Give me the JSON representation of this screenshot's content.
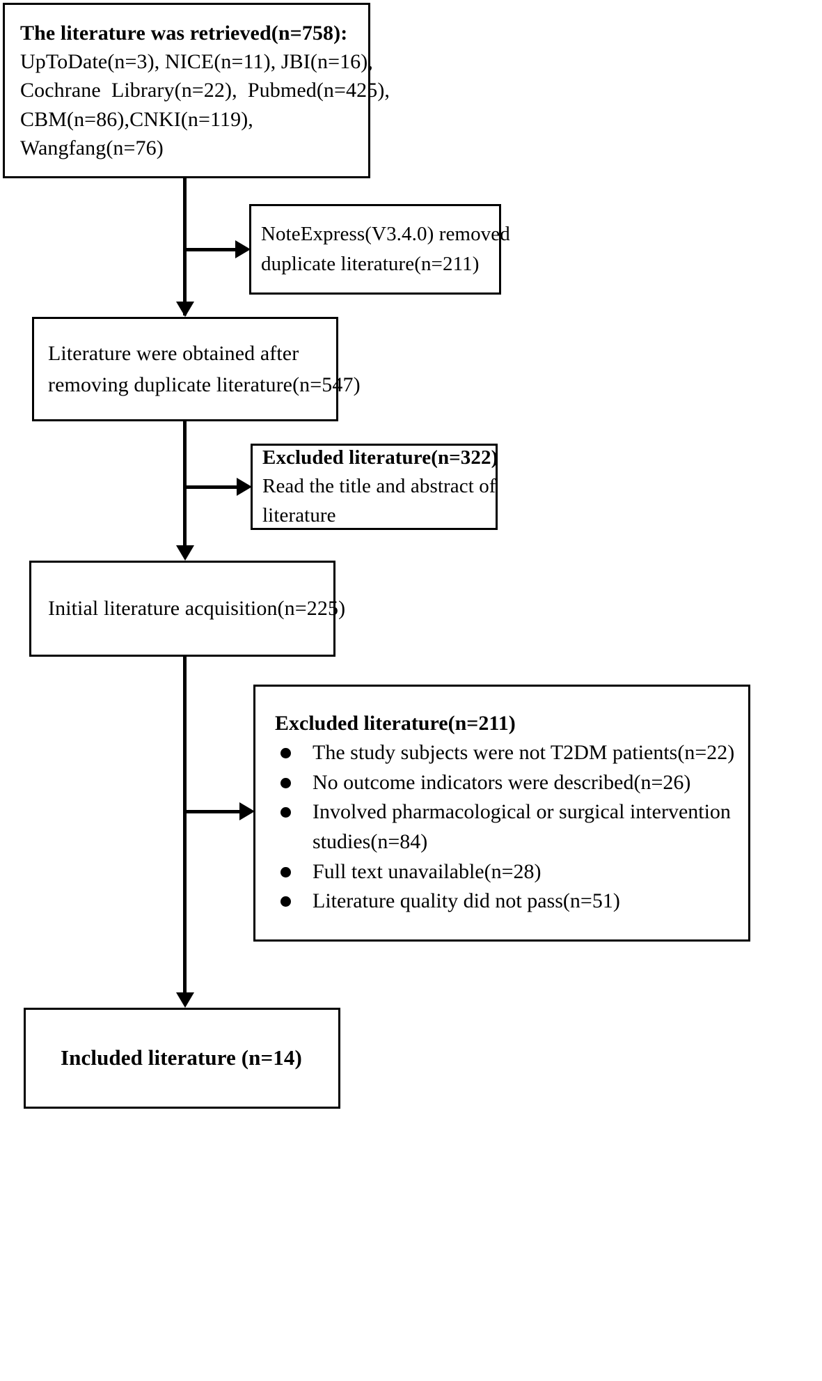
{
  "diagram": {
    "title": "Literature screening flow diagram",
    "nodes": {
      "retrieved": {
        "lines": [
          "The literature was retrieved(n=758):",
          "UpToDate(n=3), NICE(n=11), JBI(n=16),",
          "Cochrane  Library(n=22),  Pubmed(n=425),",
          "CBM(n=86),CNKI(n=119),",
          "Wangfang(n=76)"
        ]
      },
      "dedupe_tool": {
        "lines": [
          "NoteExpress(V3.4.0) removed",
          "duplicate literature(n=211)"
        ]
      },
      "after_dedupe": {
        "lines": [
          "Literature were obtained after",
          "removing duplicate literature(n=547)"
        ]
      },
      "excluded_1": {
        "title": "Excluded literature(n=322)",
        "lines": [
          "Read the title and abstract of",
          "literature"
        ]
      },
      "initial": {
        "lines": [
          "Initial literature acquisition(n=225)"
        ]
      },
      "excluded_2": {
        "title": "Excluded literature(n=211)",
        "bullets": [
          "The study subjects were not T2DM patients(n=22)",
          "No outcome indicators were described(n=26)",
          "Involved pharmacological or surgical intervention studies(n=84)",
          "Full text unavailable(n=28)",
          "Literature quality did not pass(n=51)"
        ]
      },
      "included": {
        "lines": [
          "Included literature (n=14)"
        ]
      }
    },
    "colors": {
      "stroke": "#000000",
      "fill": "#ffffff",
      "text": "#000000"
    }
  },
  "chart_data": {
    "type": "diagram",
    "title": "PRISMA-style literature screening flow",
    "stages": [
      {
        "name": "Records retrieved",
        "n": 758,
        "sources": [
          {
            "name": "UpToDate",
            "n": 3
          },
          {
            "name": "NICE",
            "n": 11
          },
          {
            "name": "JBI",
            "n": 16
          },
          {
            "name": "Cochrane Library",
            "n": 22
          },
          {
            "name": "Pubmed",
            "n": 425
          },
          {
            "name": "CBM",
            "n": 86
          },
          {
            "name": "CNKI",
            "n": 119
          },
          {
            "name": "Wangfang",
            "n": 76
          }
        ]
      },
      {
        "name": "Duplicates removed (NoteExpress V3.4.0)",
        "n": 211
      },
      {
        "name": "Records after duplicates removed",
        "n": 547
      },
      {
        "name": "Excluded after title/abstract screening",
        "n": 322
      },
      {
        "name": "Initial literature acquisition",
        "n": 225
      },
      {
        "name": "Excluded after full-text screening",
        "n": 211,
        "reasons": [
          {
            "reason": "The study subjects were not T2DM patients",
            "n": 22
          },
          {
            "reason": "No outcome indicators were described",
            "n": 26
          },
          {
            "reason": "Involved pharmacological or surgical intervention studies",
            "n": 84
          },
          {
            "reason": "Full text unavailable",
            "n": 28
          },
          {
            "reason": "Literature quality did not pass",
            "n": 51
          }
        ]
      },
      {
        "name": "Included literature",
        "n": 14
      }
    ]
  }
}
